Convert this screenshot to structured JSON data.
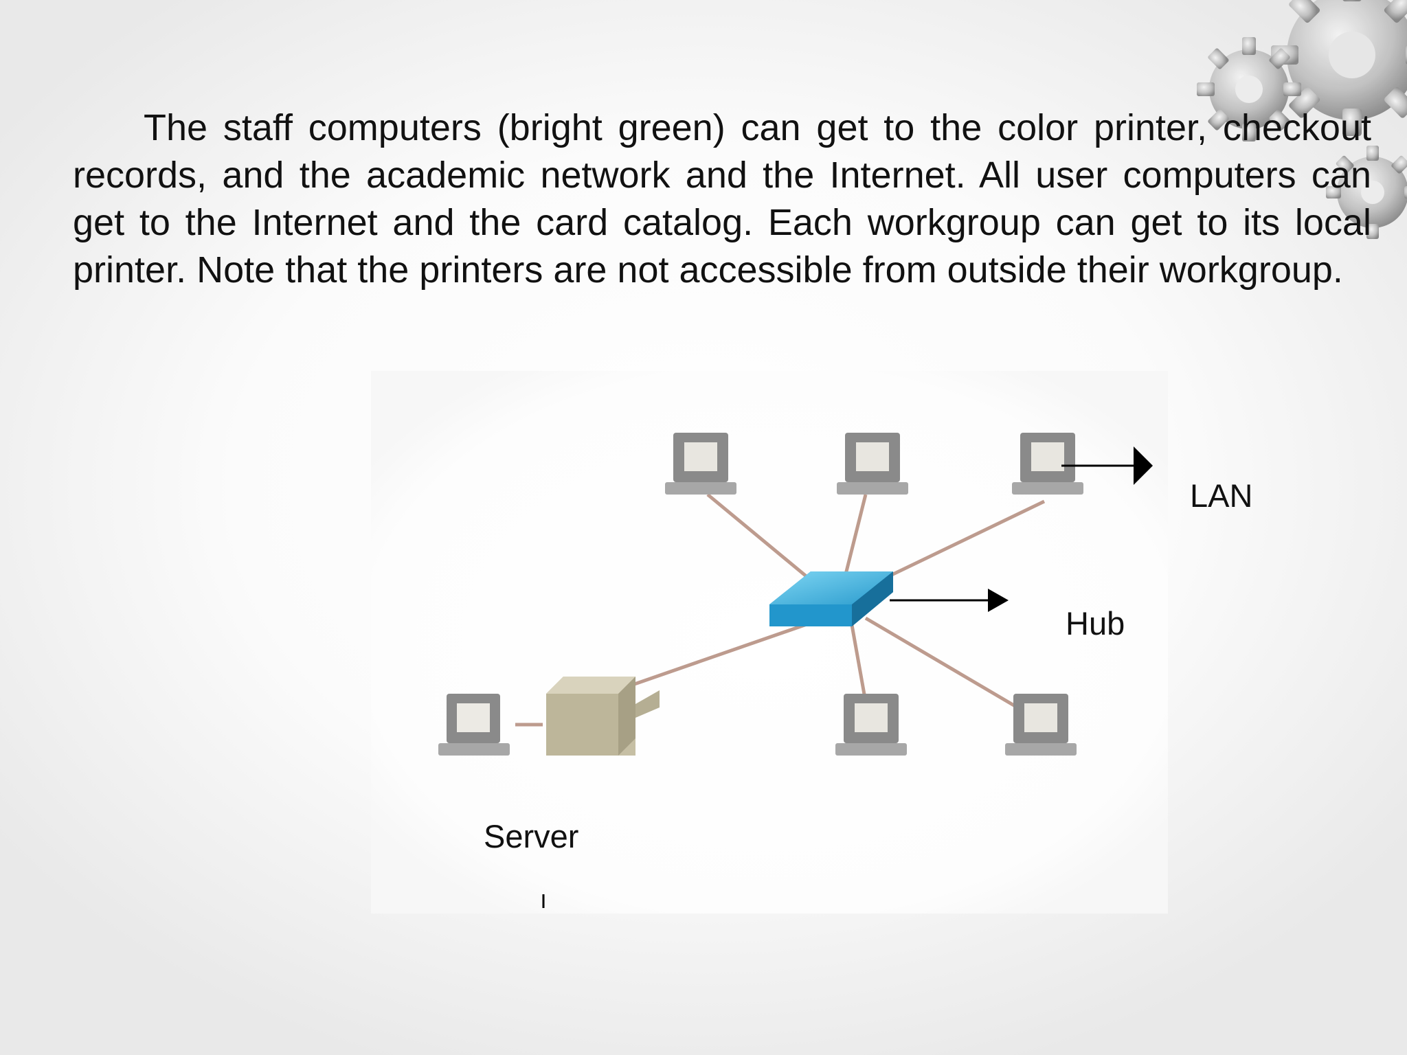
{
  "slide": {
    "paragraph": "The staff computers (bright green) can get to the color printer, checkout records,  and the academic network and the Internet. All user computers can get to the Internet and  the card catalog. Each workgroup can get to its local printer. Note that the printers are not  accessible from outside their workgroup."
  },
  "diagram": {
    "labels": {
      "lan": "LAN",
      "hub": "Hub",
      "server": "Server"
    },
    "colors": {
      "hub": "#2aa9d8",
      "computer": "#8c8c8c",
      "cable": "#b08070",
      "server": "#c2bba0",
      "arrow": "#000000"
    },
    "icons": [
      "computer-icon",
      "hub-icon",
      "server-icon",
      "gear-icon"
    ]
  }
}
